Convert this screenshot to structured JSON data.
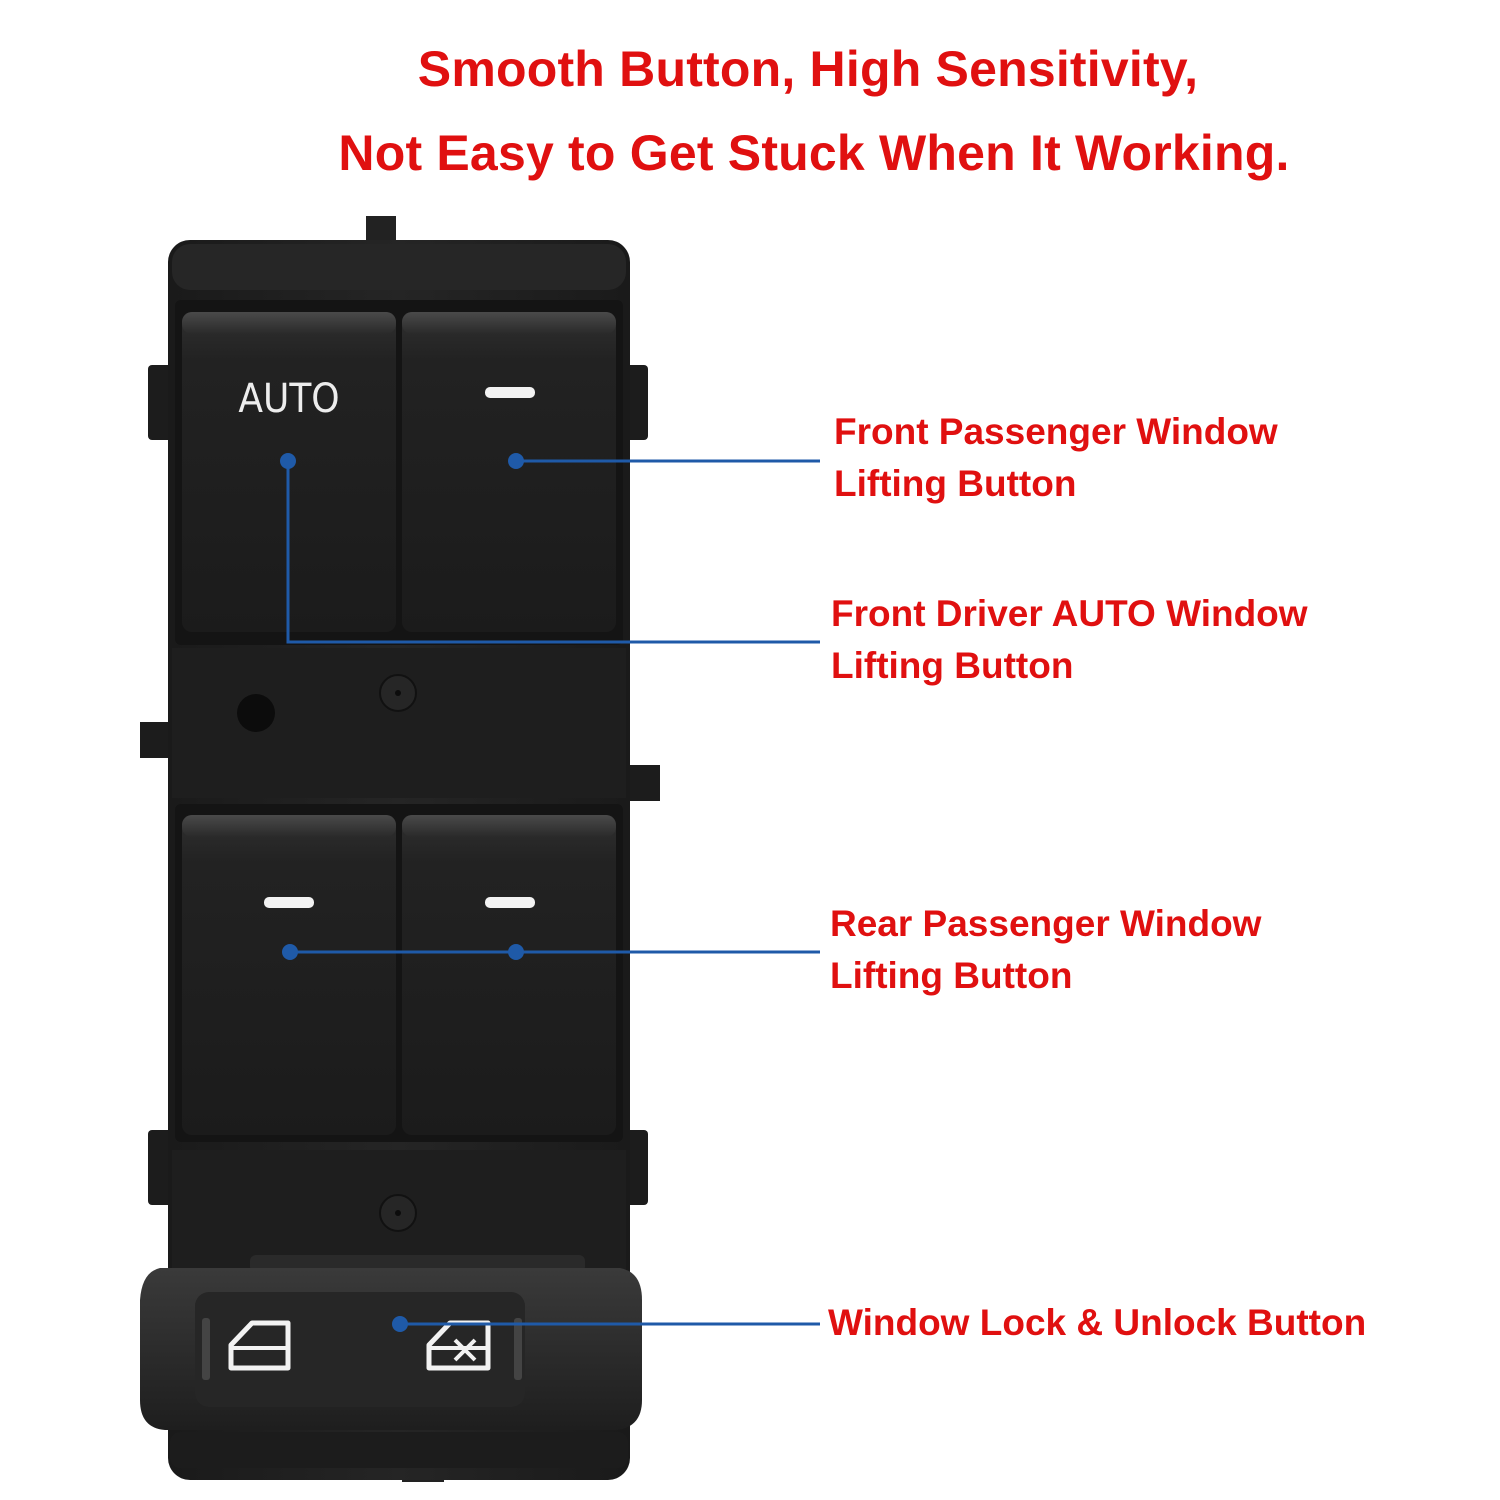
{
  "headline": {
    "line1": "Smooth Button, High Sensitivity,",
    "line2": "Not Easy to Get Stuck When It Working."
  },
  "colors": {
    "headline": "#e01010",
    "label": "#e01010",
    "callout_line": "#1f5aa8",
    "switch_body": "#1c1c1c"
  },
  "switch": {
    "auto_label": "AUTO"
  },
  "callouts": [
    {
      "line1": "Front Passenger Window",
      "line2": "Lifting Button"
    },
    {
      "line1": "Front Driver AUTO Window",
      "line2": "Lifting Button"
    },
    {
      "line1": "Rear Passenger Window",
      "line2": "Lifting Button"
    },
    {
      "line1": "Window Lock & Unlock Button"
    }
  ],
  "icons": {
    "unlock": "window-unlock-icon",
    "lock": "window-lock-icon"
  }
}
